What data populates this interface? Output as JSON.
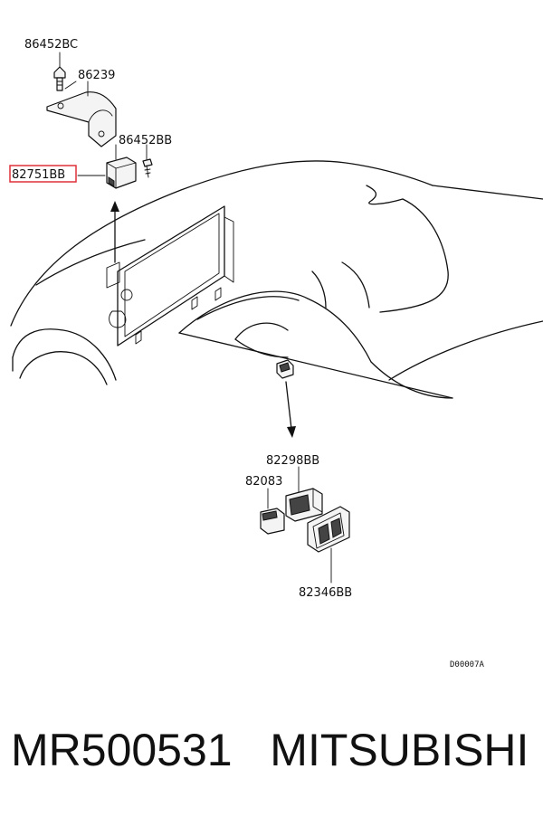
{
  "labels": {
    "bolt_top": "86452BC",
    "bracket": "86239",
    "screw": "86452BB",
    "relay": "82751BB",
    "switch_unit": "82298BB",
    "switch_small": "82083",
    "switch_panel": "82346BB"
  },
  "diagram_code": "D00007A",
  "caption": {
    "part_number": "MR500531",
    "brand": "MITSUBISHI"
  },
  "colors": {
    "highlight": "#e0303a",
    "ink": "#111111"
  }
}
